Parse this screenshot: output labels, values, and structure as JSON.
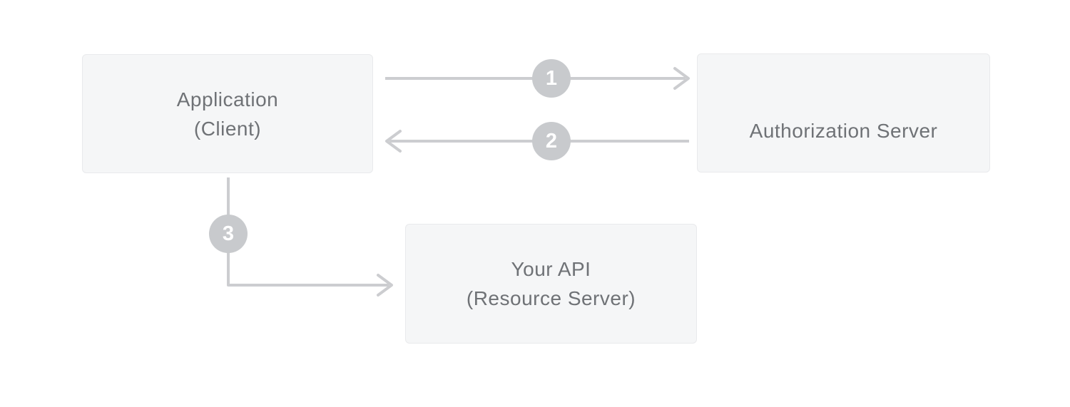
{
  "diagram": {
    "nodes": {
      "application": {
        "title": "Application",
        "subtitle": "(Client)"
      },
      "authorization_server": {
        "title": "Authorization Server"
      },
      "api": {
        "title": "Your API",
        "subtitle": "(Resource Server)"
      }
    },
    "steps": [
      {
        "number": "1",
        "from": "Application (Client)",
        "to": "Authorization Server",
        "direction": "right"
      },
      {
        "number": "2",
        "from": "Authorization Server",
        "to": "Application (Client)",
        "direction": "left"
      },
      {
        "number": "3",
        "from": "Application (Client)",
        "to": "Your API (Resource Server)",
        "direction": "down-right"
      }
    ],
    "colors": {
      "background": "#ffffff",
      "node_fill": "#f5f6f7",
      "node_border": "#e9eaec",
      "node_text": "#6f7276",
      "arrow": "#cccdd0",
      "badge_fill": "#c8cacd",
      "badge_text": "#ffffff"
    }
  }
}
